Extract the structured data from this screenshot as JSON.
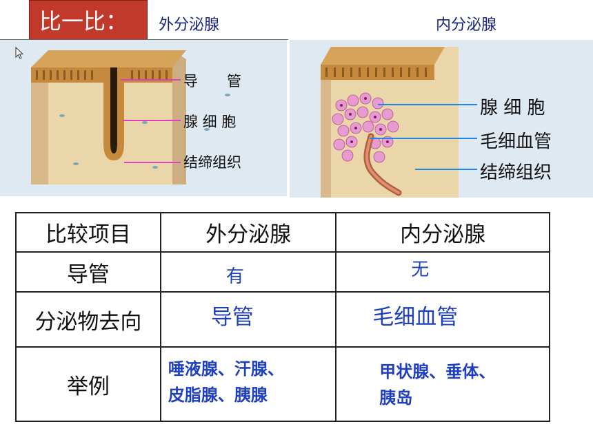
{
  "title_badge": "比一比：",
  "headers": {
    "exocrine": "外分泌腺",
    "endocrine": "内分泌腺"
  },
  "left_diagram": {
    "labels": [
      "导　　管",
      "腺 细 胞",
      "结缔组织"
    ]
  },
  "right_diagram": {
    "labels": [
      "腺 细 胞",
      "毛细血管",
      "结缔组织"
    ]
  },
  "table": {
    "columns": [
      "比较项目",
      "外分泌腺",
      "内分泌腺"
    ],
    "rows": [
      {
        "item": "导管",
        "exocrine": "有",
        "endocrine": "无"
      },
      {
        "item": "分泌物去向",
        "exocrine": "导管",
        "endocrine": "毛细血管"
      },
      {
        "item": "举例",
        "exocrine_lines": [
          "唾液腺、汗腺、",
          "皮脂腺、胰腺"
        ],
        "endocrine_lines": [
          "甲状腺、垂体、",
          "胰岛"
        ]
      }
    ]
  },
  "colors": {
    "badge": "#c0392b",
    "header_text": "#1a237e",
    "answer_text": "#1e3fbf",
    "pointer_left": "#e040c0",
    "pointer_right": "#1e88e5"
  }
}
